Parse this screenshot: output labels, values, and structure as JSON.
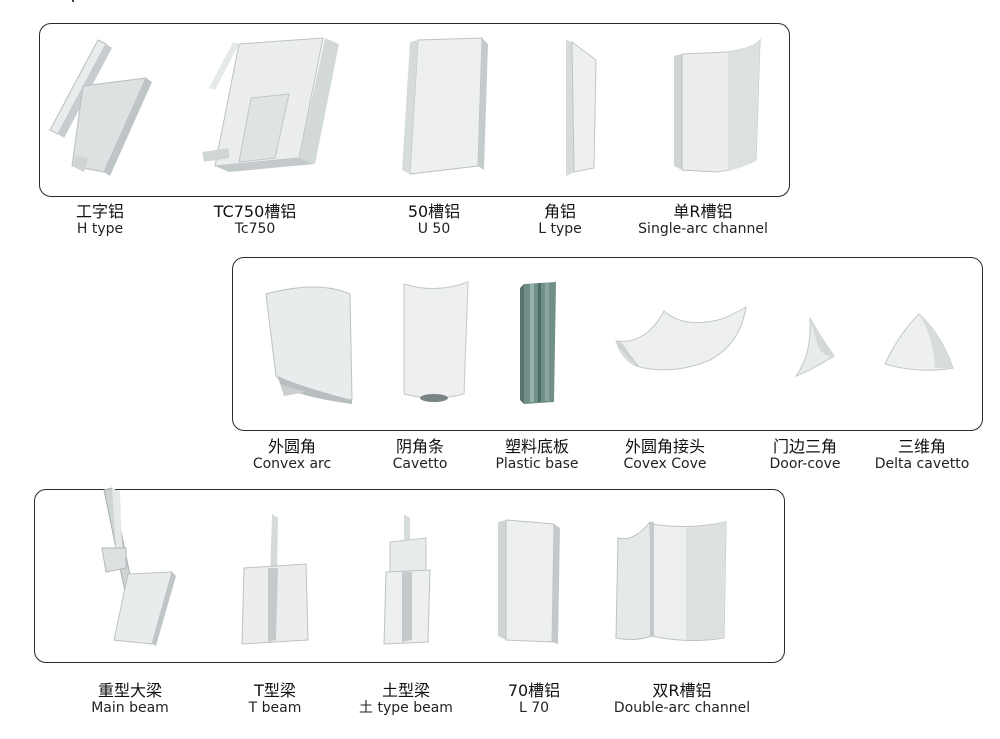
{
  "profiles": [
    {
      "zh": "工字铝",
      "en": "H type"
    },
    {
      "zh": "TC750槽铝",
      "en": "Tc750"
    },
    {
      "zh": "50槽铝",
      "en": "U 50"
    },
    {
      "zh": "角铝",
      "en": "L type"
    },
    {
      "zh": "单R槽铝",
      "en": "Single-arc channel"
    },
    {
      "zh": "外圆角",
      "en": "Convex arc"
    },
    {
      "zh": "阴角条",
      "en": "Cavetto"
    },
    {
      "zh": "塑料底板",
      "en": "Plastic base"
    },
    {
      "zh": "外圆角接头",
      "en": "Covex Cove"
    },
    {
      "zh": "门边三角",
      "en": "Door-cove"
    },
    {
      "zh": "三维角",
      "en": "Delta cavetto"
    },
    {
      "zh": "重型大梁",
      "en": "Main beam"
    },
    {
      "zh": "T型梁",
      "en": "T  beam"
    },
    {
      "zh": "土型梁",
      "en": "土 type beam"
    },
    {
      "zh": "70槽铝",
      "en": "L 70"
    },
    {
      "zh": "双R槽铝",
      "en": "Double-arc channel"
    }
  ],
  "colors": {
    "metal_light": "#f1f3f3",
    "metal_mid": "#d9dddd",
    "metal_dark": "#b3b9ba",
    "plastic_base": "#6f8f88",
    "frame": "#2a2a2a"
  }
}
